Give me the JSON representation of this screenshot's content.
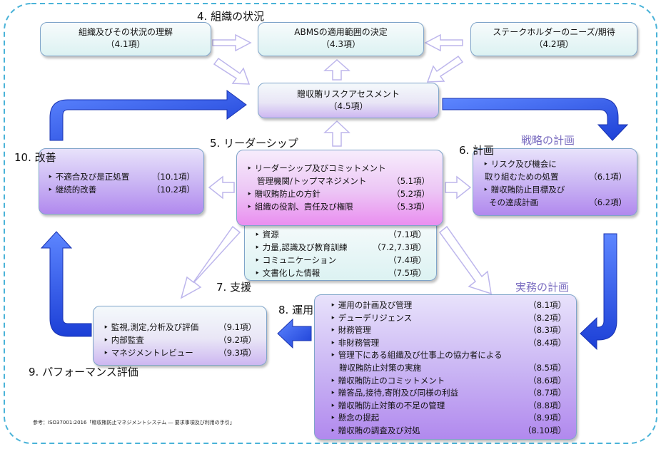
{
  "frame_labels": {
    "context": "4. 組織の状況",
    "leadership": "5. リーダーシップ",
    "planning": "6. 計画",
    "support": "7. 支援",
    "operation": "8. 運用",
    "evaluation": "9. パフォーマンス評価",
    "improvement": "10. 改善",
    "strategic_plan": "戦略の計画",
    "operational_plan": "実務の計画"
  },
  "context_boxes": {
    "org": {
      "title": "組織及びその状況の理解",
      "ref": "（4.1項）"
    },
    "scope": {
      "title": "ABMSの適用範囲の決定",
      "ref": "（4.3項）"
    },
    "stakeholder": {
      "title": "ステークホルダーのニーズ/期待",
      "ref": "（4.2項）"
    },
    "risk": {
      "title": "贈収賄リスクアセスメント",
      "ref": "（4.5項）"
    }
  },
  "leadership_items": [
    {
      "text": "リーダーシップ及びコミットメント",
      "ref": ""
    },
    {
      "text": "管理機関/トップマネジメント",
      "ref": "（5.1項）"
    },
    {
      "text": "贈収賄防止の方針",
      "ref": "（5.2項）"
    },
    {
      "text": "組織の役割、責任及び権限",
      "ref": "（5.3項）"
    }
  ],
  "support_items": [
    {
      "text": "資源",
      "ref": "（7.1項）"
    },
    {
      "text": "力量,認識及び教育訓練",
      "ref": "（7.2,7.3項）"
    },
    {
      "text": "コミュニケーション",
      "ref": "（7.4項）"
    },
    {
      "text": "文書化した情報",
      "ref": "（7.5項）"
    }
  ],
  "planning_items": [
    {
      "text": "リスク及び機会に",
      "ref": ""
    },
    {
      "text": "取り組むための処置",
      "ref": "（6.1項）"
    },
    {
      "text": "贈収賄防止目標及び",
      "ref": ""
    },
    {
      "text": "その達成計画",
      "ref": "（6.2項）"
    }
  ],
  "improvement_items": [
    {
      "text": "不適合及び是正処置",
      "ref": "（10.1項）"
    },
    {
      "text": "継続的改善",
      "ref": "（10.2項）"
    }
  ],
  "evaluation_items": [
    {
      "text": "監視,測定,分析及び評価",
      "ref": "（9.1項）"
    },
    {
      "text": "内部監査",
      "ref": "（9.2項）"
    },
    {
      "text": "マネジメントレビュー",
      "ref": "（9.3項）"
    }
  ],
  "operation_items": [
    {
      "text": "運用の計画及び管理",
      "ref": "（8.1項）"
    },
    {
      "text": "デューデリジェンス",
      "ref": "（8.2項）"
    },
    {
      "text": "財務管理",
      "ref": "（8.3項）"
    },
    {
      "text": "非財務管理",
      "ref": "（8.4項）"
    },
    {
      "text": "管理下にある組織及び仕事上の協力者による",
      "ref": ""
    },
    {
      "text": "贈収賄防止対策の実施",
      "ref": "（8.5項）"
    },
    {
      "text": "贈収賄防止のコミットメント",
      "ref": "（8.6項）"
    },
    {
      "text": "贈答品,接待,寄附及び同様の利益",
      "ref": "（8.7項）"
    },
    {
      "text": "贈収賄防止対策の不足の管理",
      "ref": "（8.8項）"
    },
    {
      "text": "懸念の提起",
      "ref": "（8.9項）"
    },
    {
      "text": "贈収賄の調査及び対処",
      "ref": "（8.10項）"
    }
  ],
  "reference": "参考：ISO37001:2016「贈収賄防止マネジメントシステム ― 要求事項及び利用の手引」",
  "colors": {
    "frame": "#4ab3d8",
    "big_arrow": "#2a57e8",
    "light_arrow": "#c7c2ef",
    "subtitle": "#7a6cc0"
  }
}
